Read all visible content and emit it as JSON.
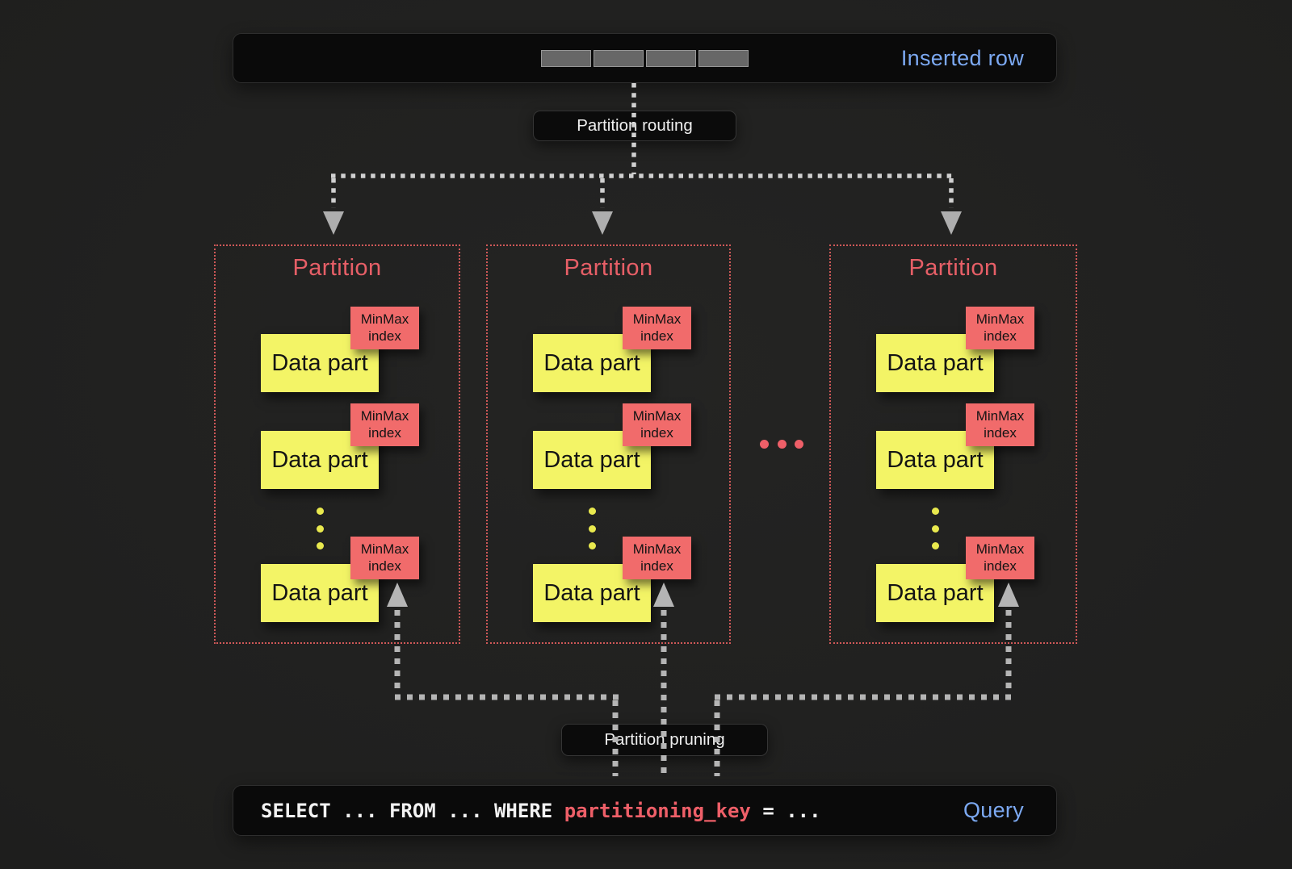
{
  "top_bar": {
    "label": "Inserted row",
    "segment_count": 4
  },
  "routing_label": "Partition routing",
  "pruning_label": "Partition pruning",
  "partitions": [
    {
      "title": "Partition",
      "parts": [
        {
          "label": "Data part",
          "index_label": "MinMax\nindex"
        },
        {
          "label": "Data part",
          "index_label": "MinMax\nindex"
        },
        {
          "label": "Data part",
          "index_label": "MinMax\nindex"
        }
      ]
    },
    {
      "title": "Partition",
      "parts": [
        {
          "label": "Data part",
          "index_label": "MinMax\nindex"
        },
        {
          "label": "Data part",
          "index_label": "MinMax\nindex"
        },
        {
          "label": "Data part",
          "index_label": "MinMax\nindex"
        }
      ]
    },
    {
      "title": "Partition",
      "parts": [
        {
          "label": "Data part",
          "index_label": "MinMax\nindex"
        },
        {
          "label": "Data part",
          "index_label": "MinMax\nindex"
        },
        {
          "label": "Data part",
          "index_label": "MinMax\nindex"
        }
      ]
    }
  ],
  "query_bar": {
    "sql_prefix": "SELECT ... FROM ... WHERE ",
    "sql_key": "partitioning_key",
    "sql_suffix": " = ...",
    "label": "Query"
  },
  "colors": {
    "accent_blue": "#7CA9F2",
    "accent_red": "#EE5F68",
    "partition_border_red": "#CF5858",
    "data_part_yellow": "#F3F466",
    "minmax_red": "#F16B6B",
    "arrow_gray": "#B5B5B5",
    "bar_black": "#0A0A0A"
  }
}
